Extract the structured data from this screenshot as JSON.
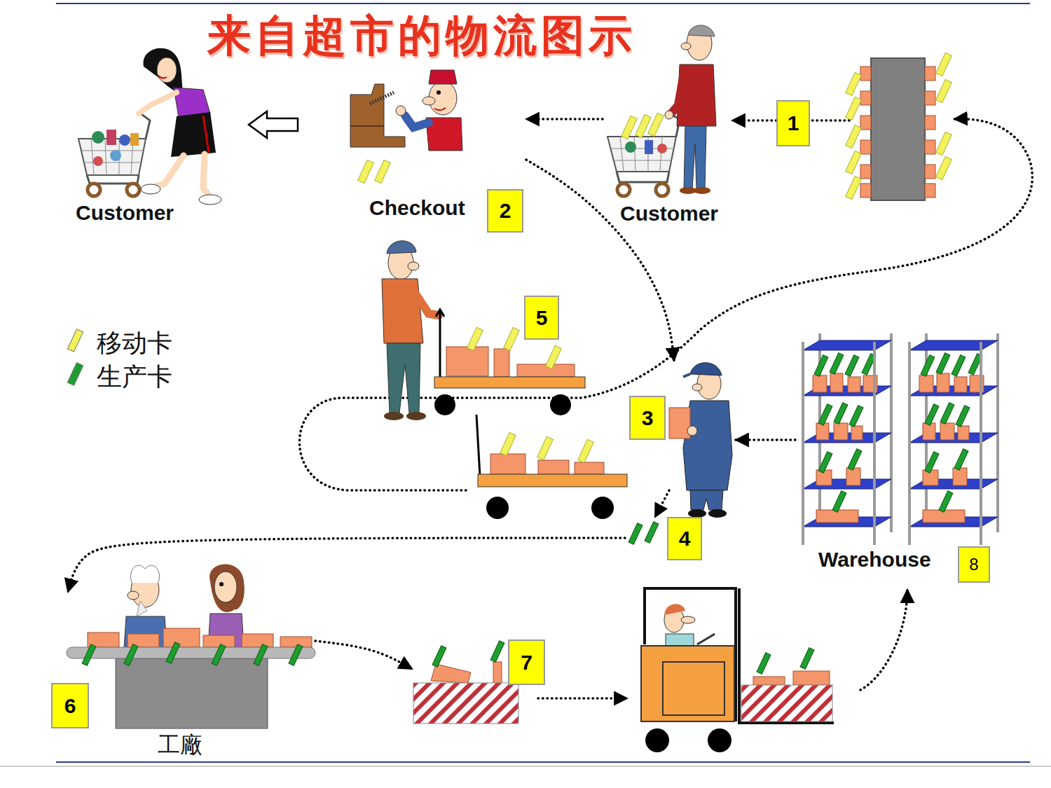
{
  "diagram": {
    "title": "来自超市的物流图示",
    "nodes": [
      {
        "text": [
          "Customer"
        ]
      },
      {
        "text": [
          "Checkout",
          "2"
        ]
      },
      {
        "text": [
          "Customer"
        ]
      },
      {
        "text": [
          "1"
        ]
      },
      {
        "text": [
          "5"
        ]
      },
      {
        "text": [
          "3"
        ]
      },
      {
        "text": [
          "4"
        ]
      },
      {
        "text": [
          "Warehouse",
          "8"
        ]
      },
      {
        "text": [
          "6",
          "工廠"
        ]
      },
      {
        "text": [
          "7"
        ]
      }
    ],
    "edges": [
      {
        "from": 3,
        "to": 2,
        "arrow": "to"
      },
      {
        "from": 2,
        "to": 1,
        "arrow": "to"
      },
      {
        "from": 1,
        "to": 0,
        "arrow": "to"
      },
      {
        "from": 1,
        "to": 5,
        "arrow": "to"
      },
      {
        "from": 7,
        "to": 5,
        "arrow": "to"
      },
      {
        "from": 5,
        "to": 6,
        "arrow": "to"
      },
      {
        "from": 6,
        "to": 8,
        "arrow": "to"
      },
      {
        "from": 8,
        "to": 9,
        "arrow": "to"
      }
    ],
    "legend": [
      {
        "text": "移动卡",
        "color": "#F2F25C"
      },
      {
        "text": "生产卡",
        "color": "#1E9E2E"
      }
    ]
  }
}
